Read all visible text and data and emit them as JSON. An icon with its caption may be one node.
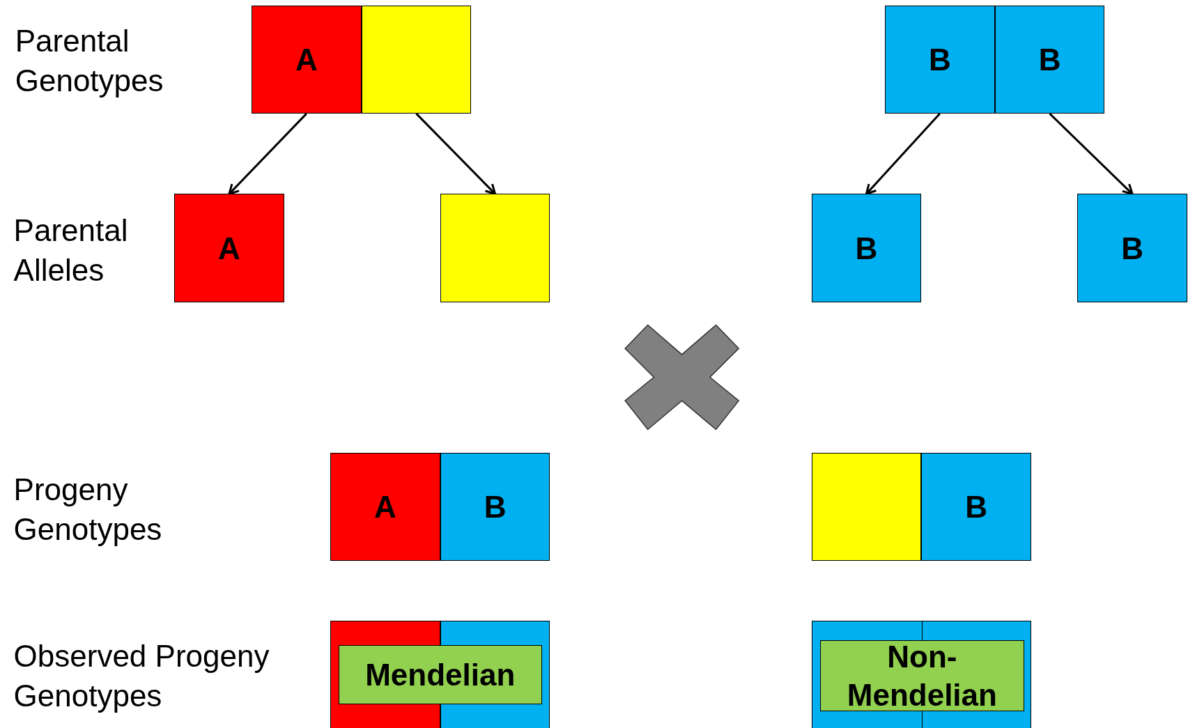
{
  "diagram": {
    "nodes": [
      {
        "text": [
          "A"
        ]
      },
      {
        "text": [],
        "shape": "box"
      },
      {
        "text": [
          "B"
        ]
      },
      {
        "text": [
          "B"
        ]
      },
      {
        "text": [
          "A"
        ]
      },
      {
        "text": [],
        "shape": "box"
      },
      {
        "text": [
          "B"
        ]
      },
      {
        "text": [
          "B"
        ]
      },
      {
        "text": [
          "A"
        ]
      },
      {
        "text": [
          "B"
        ]
      },
      {
        "text": [],
        "shape": "box"
      },
      {
        "text": [
          "B"
        ]
      },
      {
        "text": [],
        "shape": "box"
      },
      {
        "text": [
          "Mendelian"
        ],
        "in": 12
      },
      {
        "text": [],
        "shape": "box"
      },
      {
        "text": [
          "Non-Mendelian"
        ],
        "in": 14
      }
    ],
    "edges": [
      {
        "from": 0,
        "to": 4,
        "arrow": "to"
      },
      {
        "from": 1,
        "to": 5,
        "arrow": "to"
      },
      {
        "from": 2,
        "to": 6,
        "arrow": "to"
      },
      {
        "from": 3,
        "to": 7,
        "arrow": "to"
      }
    ],
    "labels": [
      "Parental Genotypes",
      "Parental Alleles",
      "Progeny Genotypes",
      "Observed Progeny Genotypes"
    ]
  }
}
